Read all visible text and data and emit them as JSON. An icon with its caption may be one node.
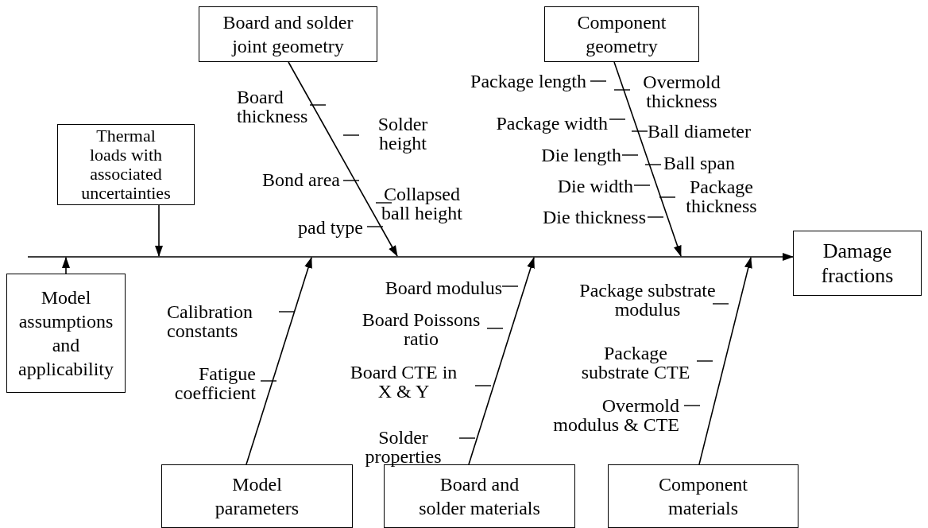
{
  "diagram": {
    "nodes": [
      {
        "text": [
          "Board and solder joint geometry"
        ]
      },
      {
        "text": [
          "Component geometry"
        ]
      },
      {
        "text": [
          "Thermal loads with associated uncertainties"
        ]
      },
      {
        "text": [
          "Model assumptions and applicability"
        ]
      },
      {
        "text": [
          "Damage fractions"
        ]
      },
      {
        "text": [
          "Model parameters"
        ]
      },
      {
        "text": [
          "Board and solder materials"
        ]
      },
      {
        "text": [
          "Component materials"
        ]
      }
    ],
    "edges": [
      {
        "from": null,
        "to": 4,
        "arrow": "to"
      },
      {
        "from": 0,
        "to": null,
        "arrow": "to"
      },
      {
        "from": 1,
        "to": null,
        "arrow": "to"
      },
      {
        "from": 2,
        "to": null,
        "arrow": "to"
      },
      {
        "from": 3,
        "to": null,
        "arrow": "to"
      },
      {
        "from": 5,
        "to": null,
        "arrow": "to"
      },
      {
        "from": 6,
        "to": null,
        "arrow": "to"
      },
      {
        "from": 7,
        "to": null,
        "arrow": "to"
      }
    ],
    "labels": [
      "Board thickness",
      "Solder height",
      "Bond area",
      "Collapsed ball height",
      "pad type",
      "Package length",
      "Overmold thickness",
      "Package width",
      "Ball diameter",
      "Die length",
      "Ball span",
      "Die width",
      "Package thickness",
      "Die thickness",
      "Calibration constants",
      "Fatigue coefficient",
      "Board modulus",
      "Board Poissons ratio",
      "Board CTE in X & Y",
      "Solder properties",
      "Package substrate modulus",
      "Package substrate CTE",
      "Overmold modulus & CTE"
    ]
  }
}
